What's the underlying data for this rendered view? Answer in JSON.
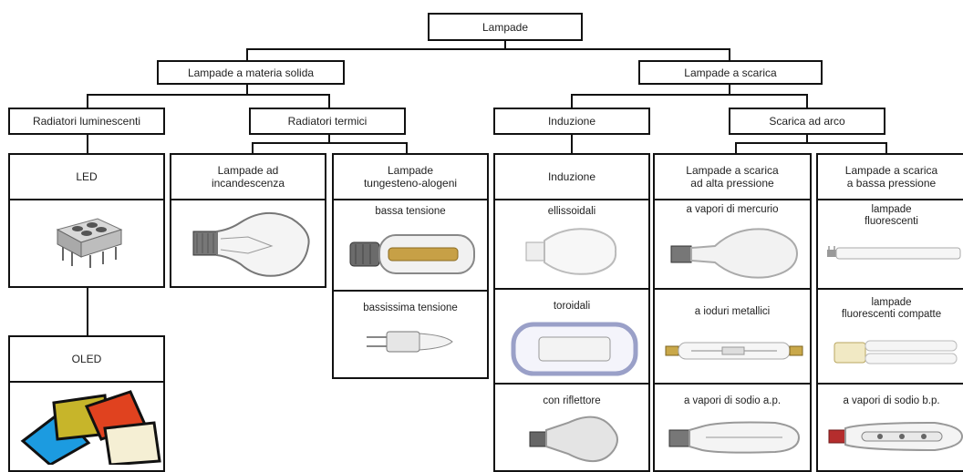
{
  "root": "Lampade",
  "level1": {
    "solid": "Lampade a materia solida",
    "discharge": "Lampade a scarica"
  },
  "level2": {
    "luminescent": "Radiatori luminescenti",
    "thermal": "Radiatori termici",
    "induction": "Induzione",
    "arc": "Scarica ad arco"
  },
  "columns": {
    "led": {
      "title": "LED"
    },
    "oled": {
      "title": "OLED"
    },
    "incandescent": {
      "title": "Lampade ad\nincandescenza"
    },
    "halogen": {
      "title": "Lampade\ntungesteno-alogeni",
      "items": [
        "bassa tensione",
        "bassissima tensione"
      ]
    },
    "induzione": {
      "title": "Induzione",
      "items": [
        "ellissoidali",
        "toroidali",
        "con riflettore"
      ]
    },
    "high_pressure": {
      "title": "Lampade a scarica\nad alta pressione",
      "items": [
        "a vapori di mercurio",
        "a ioduri metallici",
        "a vapori di sodio a.p."
      ]
    },
    "low_pressure": {
      "title": "Lampade a scarica\na bassa pressione",
      "items": [
        "lampade\nfluorescenti",
        "lampade\nfluorescenti compatte",
        "a vapori di sodio b.p."
      ]
    }
  },
  "icons": [
    "led-chip-icon",
    "oled-panels-icon",
    "bulb-icon",
    "halogen-tube-icon",
    "halogen-capsule-icon",
    "ellipsoidal-lamp-icon",
    "toroidal-lamp-icon",
    "reflector-lamp-icon",
    "mercury-lamp-icon",
    "metal-halide-lamp-icon",
    "hp-sodium-lamp-icon",
    "fluorescent-tube-icon",
    "compact-fluorescent-icon",
    "lp-sodium-lamp-icon"
  ]
}
